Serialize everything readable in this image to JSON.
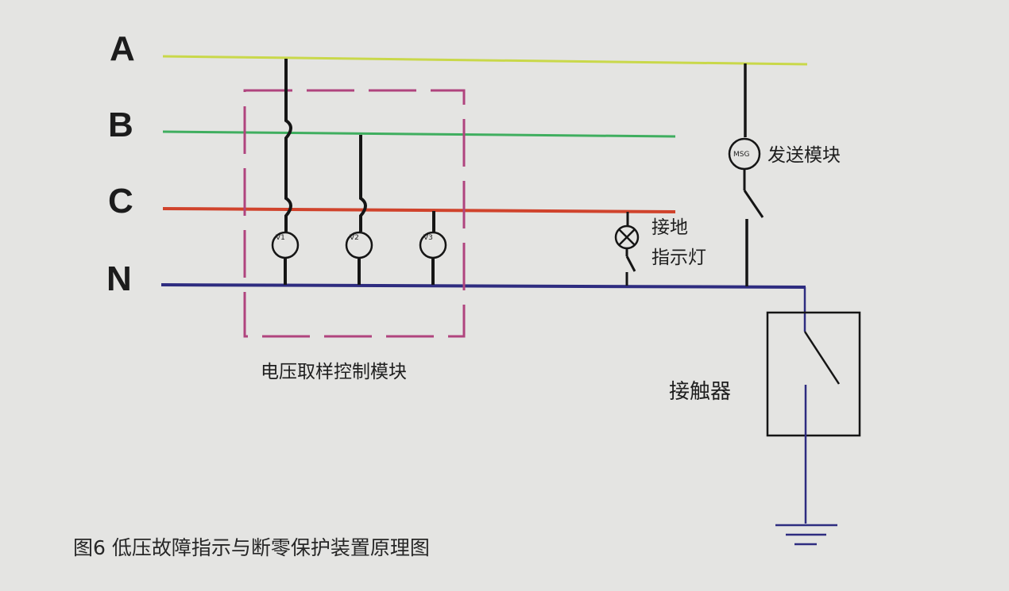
{
  "phases": {
    "a": "A",
    "b": "B",
    "c": "C",
    "n": "N"
  },
  "labels": {
    "sampling_module": "电压取样控制模块",
    "send_module": "发送模块",
    "ground_lamp_line1": "接地",
    "ground_lamp_line2": "指示灯",
    "contactor": "接触器",
    "caption": "图6 低压故障指示与断零保护装置原理图"
  },
  "meters": {
    "v1": "V1",
    "v2": "V2",
    "v3": "V3",
    "msg": "MSG"
  },
  "colors": {
    "line_a": "#c9d84a",
    "line_b": "#3fae5f",
    "line_c": "#d0432c",
    "line_n": "#2e2c80",
    "module_box": "#b0447e",
    "wire": "#151515",
    "ground": "#2e2c80"
  }
}
